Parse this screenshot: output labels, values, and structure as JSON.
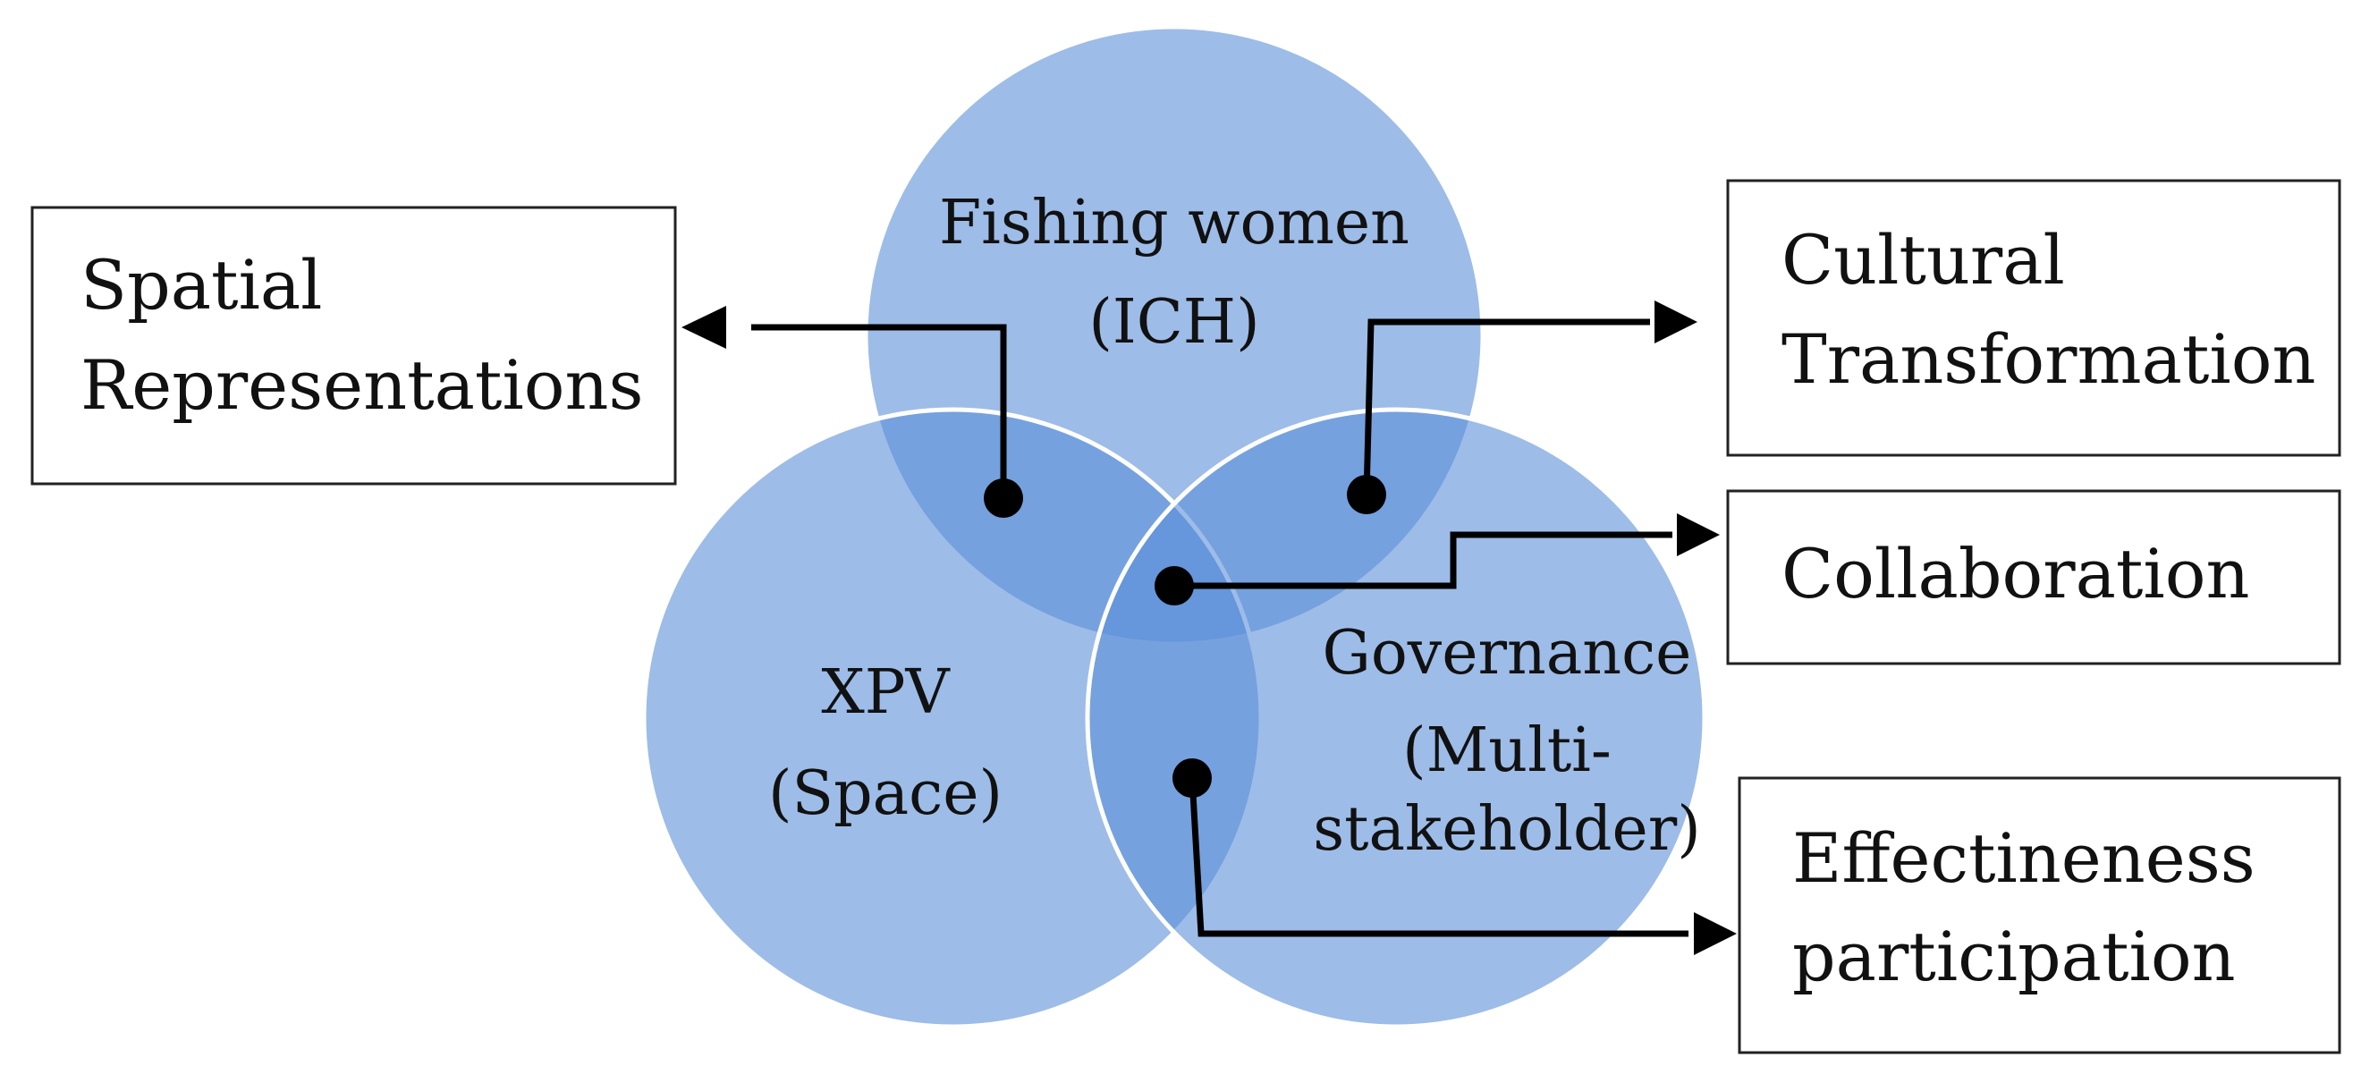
{
  "colors": {
    "circle_fill": "#5b8fd8",
    "circle_opacity": 0.6,
    "circle_stroke": "#ffffff",
    "line": "#000000",
    "box_stroke": "#222222"
  },
  "circles": {
    "fishing_women": {
      "line1": "Fishing women",
      "line2": "(ICH)"
    },
    "xpv": {
      "line1": "XPV",
      "line2": "(Space)"
    },
    "governance": {
      "line1": "Governance",
      "line2": "(Multi-",
      "line3": "stakeholder)"
    }
  },
  "boxes": {
    "spatial": {
      "line1": "Spatial",
      "line2": "Representations"
    },
    "cultural": {
      "line1": "Cultural",
      "line2": "Transformation"
    },
    "collaboration": {
      "line1": "Collaboration"
    },
    "effectiveness": {
      "line1": "Effectineness",
      "line2": "participation"
    }
  }
}
